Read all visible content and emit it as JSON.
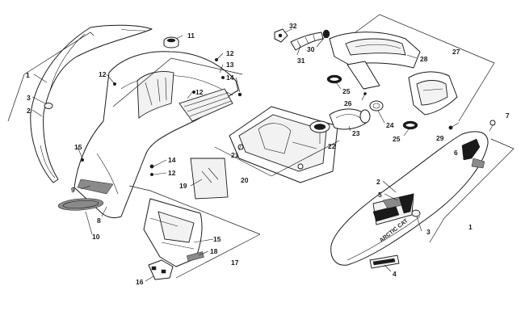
{
  "callouts": {
    "c1_left": "1",
    "c2_left": "2",
    "c3_left": "3",
    "c8": "8",
    "c9": "9",
    "c10": "10",
    "c11": "11",
    "c12_a": "12",
    "c12_b": "12",
    "c12_c": "12",
    "c12_d": "12",
    "c13": "13",
    "c14_a": "14",
    "c14_b": "14",
    "c15_a": "15",
    "c15_b": "15",
    "c16": "16",
    "c17": "17",
    "c18": "18",
    "c19": "19",
    "c20": "20",
    "c21": "21",
    "c22": "22",
    "c23": "23",
    "c24": "24",
    "c25_a": "25",
    "c25_b": "25",
    "c26": "26",
    "c27": "27",
    "c28": "28",
    "c29": "29",
    "c30": "30",
    "c31": "31",
    "c32": "32",
    "c7": "7",
    "c6": "6",
    "c2_right": "2",
    "c5": "5",
    "c3_right": "3",
    "c1_right": "1",
    "c4": "4"
  },
  "decal": {
    "brand": "ARCTIC CAT"
  }
}
